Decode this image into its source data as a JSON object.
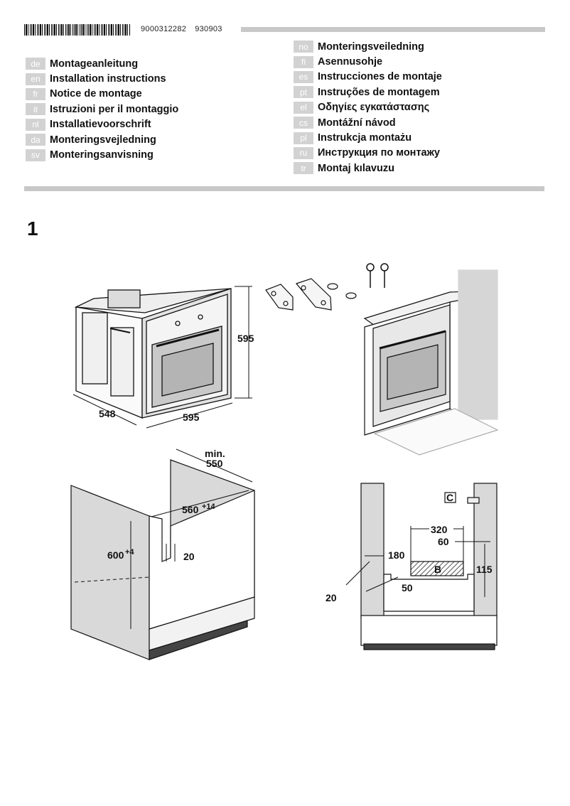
{
  "header": {
    "part_number": "9000312282",
    "version": "930903",
    "barcode_icon": "barcode-icon"
  },
  "languages_left": [
    {
      "code": "de",
      "label": "Montageanleitung"
    },
    {
      "code": "en",
      "label": "Installation instructions"
    },
    {
      "code": "fr",
      "label": "Notice de montage"
    },
    {
      "code": "it",
      "label": "Istruzioni per il montaggio"
    },
    {
      "code": "nl",
      "label": "Installatievoorschrift"
    },
    {
      "code": "da",
      "label": "Monteringsvejledning"
    },
    {
      "code": "sv",
      "label": "Monteringsanvisning"
    }
  ],
  "languages_right": [
    {
      "code": "no",
      "label": "Monteringsveiledning"
    },
    {
      "code": "fi",
      "label": "Asennusohje"
    },
    {
      "code": "es",
      "label": "Instrucciones de montaje"
    },
    {
      "code": "pt",
      "label": "Instruções de montagem"
    },
    {
      "code": "el",
      "label": "Οδηγίες εγκατάστασης"
    },
    {
      "code": "cs",
      "label": "Montážní návod"
    },
    {
      "code": "pl",
      "label": "Instrukcja montażu"
    },
    {
      "code": "ru",
      "label": "Инструкция по монтажу"
    },
    {
      "code": "tr",
      "label": "Montaj kılavuzu"
    }
  ],
  "figure": {
    "number": "1",
    "oven": {
      "height": "595",
      "width": "595",
      "depth": "548"
    },
    "niche": {
      "min_label": "min.",
      "min_depth": "550",
      "width": "560",
      "width_tol": "+14",
      "height": "600",
      "height_tol": "+4",
      "gap": "20"
    },
    "ventilation": {
      "label_c": "C",
      "label_b": "B",
      "w320": "320",
      "w60": "60",
      "w180": "180",
      "h115": "115",
      "d50": "50",
      "d20": "20"
    }
  },
  "colors": {
    "accent_grey": "#c8c8c8",
    "code_bg": "#d2d2d2",
    "panel": "#d9d9d9"
  }
}
